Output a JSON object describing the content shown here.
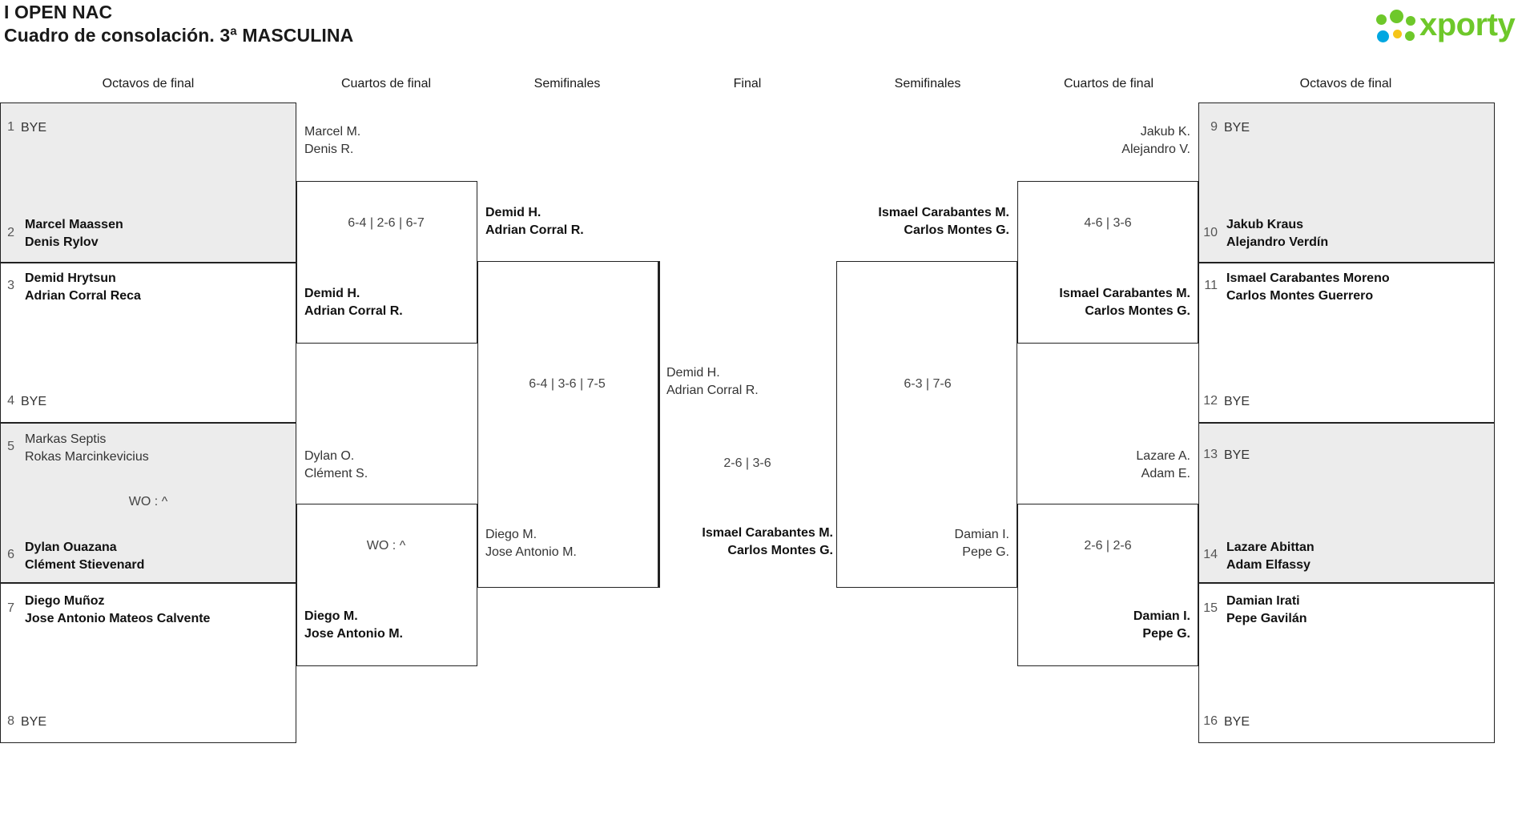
{
  "header": {
    "title": "I OPEN NAC",
    "subtitle": "Cuadro de consolación. 3ª MASCULINA",
    "logo_text": "xporty",
    "logo_colors": {
      "green": "#6ec82a",
      "blue": "#00a7e1",
      "yellow": "#f5c518"
    }
  },
  "round_labels": {
    "left_octavos": "Octavos de final",
    "left_cuartos": "Cuartos de final",
    "left_semis": "Semifinales",
    "final": "Final",
    "right_semis": "Semifinales",
    "right_cuartos": "Cuartos de final",
    "right_octavos": "Octavos de final"
  },
  "left_octavos": [
    {
      "seed": "1",
      "line1": "BYE",
      "line2": "",
      "bold": false,
      "bye": true
    },
    {
      "seed": "2",
      "line1": "Marcel Maassen",
      "line2": "Denis Rylov",
      "bold": true,
      "bye": false
    },
    {
      "seed": "3",
      "line1": "Demid Hrytsun",
      "line2": "Adrian Corral Reca",
      "bold": true,
      "bye": false
    },
    {
      "seed": "4",
      "line1": "BYE",
      "line2": "",
      "bold": false,
      "bye": true
    },
    {
      "seed": "5",
      "line1": "Markas Septis",
      "line2": "Rokas Marcinkevicius",
      "bold": false,
      "bye": false
    },
    {
      "seed": "6",
      "line1": "Dylan Ouazana",
      "line2": "Clément Stievenard",
      "bold": true,
      "bye": false
    },
    {
      "seed": "7",
      "line1": "Diego Muñoz",
      "line2": "Jose Antonio Mateos Calvente",
      "bold": true,
      "bye": false
    },
    {
      "seed": "8",
      "line1": "BYE",
      "line2": "",
      "bold": false,
      "bye": true
    }
  ],
  "left_octavos_scores": [
    {
      "text": "WO : ^"
    }
  ],
  "left_cuartos": [
    {
      "line1": "Marcel M.",
      "line2": "Denis R.",
      "bold": false,
      "score": "6-4 | 2-6 | 6-7"
    },
    {
      "line1": "Demid H.",
      "line2": "Adrian Corral R.",
      "bold": true,
      "score": ""
    },
    {
      "line1": "Dylan O.",
      "line2": "Clément S.",
      "bold": false,
      "score": "WO : ^"
    },
    {
      "line1": "Diego M.",
      "line2": "Jose Antonio M.",
      "bold": true,
      "score": ""
    }
  ],
  "left_semis": [
    {
      "line1": "Demid H.",
      "line2": "Adrian Corral R.",
      "bold": true,
      "score": "6-4 | 3-6 | 7-5"
    },
    {
      "line1": "Diego M.",
      "line2": "Jose Antonio M.",
      "bold": false,
      "score": ""
    }
  ],
  "final": [
    {
      "line1": "Demid H.",
      "line2": "Adrian Corral R.",
      "bold": false,
      "score": "2-6 | 3-6"
    },
    {
      "line1": "Ismael Carabantes M.",
      "line2": "Carlos Montes G.",
      "bold": true,
      "score": ""
    }
  ],
  "right_semis": [
    {
      "line1": "Ismael Carabantes M.",
      "line2": "Carlos Montes G.",
      "bold": true,
      "score": "6-3 | 7-6"
    },
    {
      "line1": "Damian I.",
      "line2": "Pepe G.",
      "bold": false,
      "score": ""
    }
  ],
  "right_cuartos": [
    {
      "line1": "Jakub K.",
      "line2": "Alejandro V.",
      "bold": false,
      "score": "4-6 | 3-6"
    },
    {
      "line1": "Ismael Carabantes M.",
      "line2": "Carlos Montes G.",
      "bold": true,
      "score": ""
    },
    {
      "line1": "Lazare A.",
      "line2": "Adam E.",
      "bold": false,
      "score": "2-6 | 2-6"
    },
    {
      "line1": "Damian I.",
      "line2": "Pepe G.",
      "bold": true,
      "score": ""
    }
  ],
  "right_octavos": [
    {
      "seed": "9",
      "line1": "BYE",
      "line2": "",
      "bold": false,
      "bye": true
    },
    {
      "seed": "10",
      "line1": "Jakub Kraus",
      "line2": "Alejandro Verdín",
      "bold": true,
      "bye": false
    },
    {
      "seed": "11",
      "line1": "Ismael Carabantes Moreno",
      "line2": "Carlos Montes Guerrero",
      "bold": true,
      "bye": false
    },
    {
      "seed": "12",
      "line1": "BYE",
      "line2": "",
      "bold": false,
      "bye": true
    },
    {
      "seed": "13",
      "line1": "BYE",
      "line2": "",
      "bold": false,
      "bye": true
    },
    {
      "seed": "14",
      "line1": "Lazare Abittan",
      "line2": "Adam Elfassy",
      "bold": true,
      "bye": false
    },
    {
      "seed": "15",
      "line1": "Damian Irati",
      "line2": "Pepe Gavilán",
      "bold": true,
      "bye": false
    },
    {
      "seed": "16",
      "line1": "BYE",
      "line2": "",
      "bold": false,
      "bye": true
    }
  ]
}
